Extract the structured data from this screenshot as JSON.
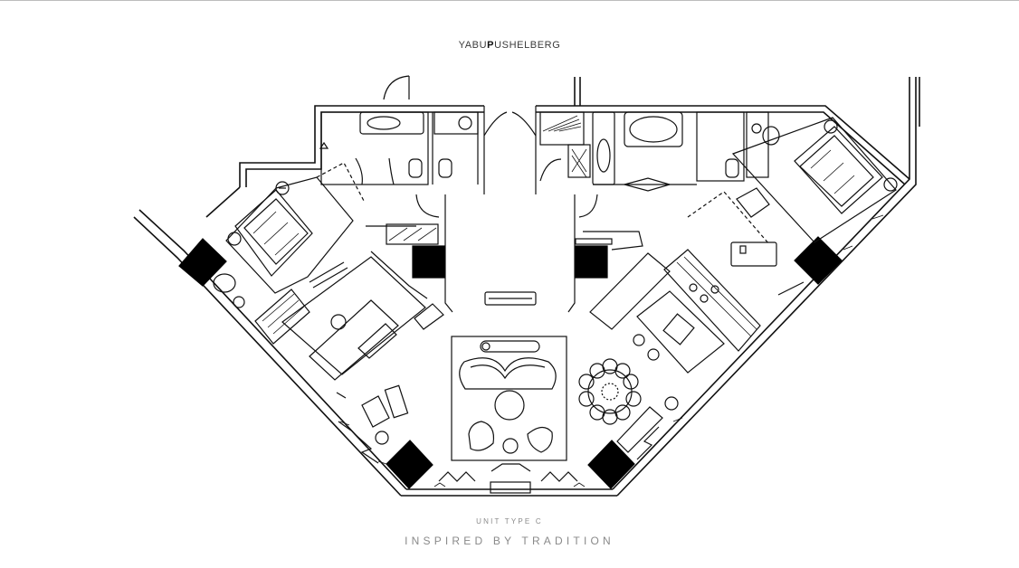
{
  "brand": {
    "part1": "YABU",
    "part2": "P",
    "part3": "USHELBERG"
  },
  "floorplan": {
    "unit_label": "UNIT TYPE C",
    "tagline": "INSPIRED BY TRADITION"
  }
}
